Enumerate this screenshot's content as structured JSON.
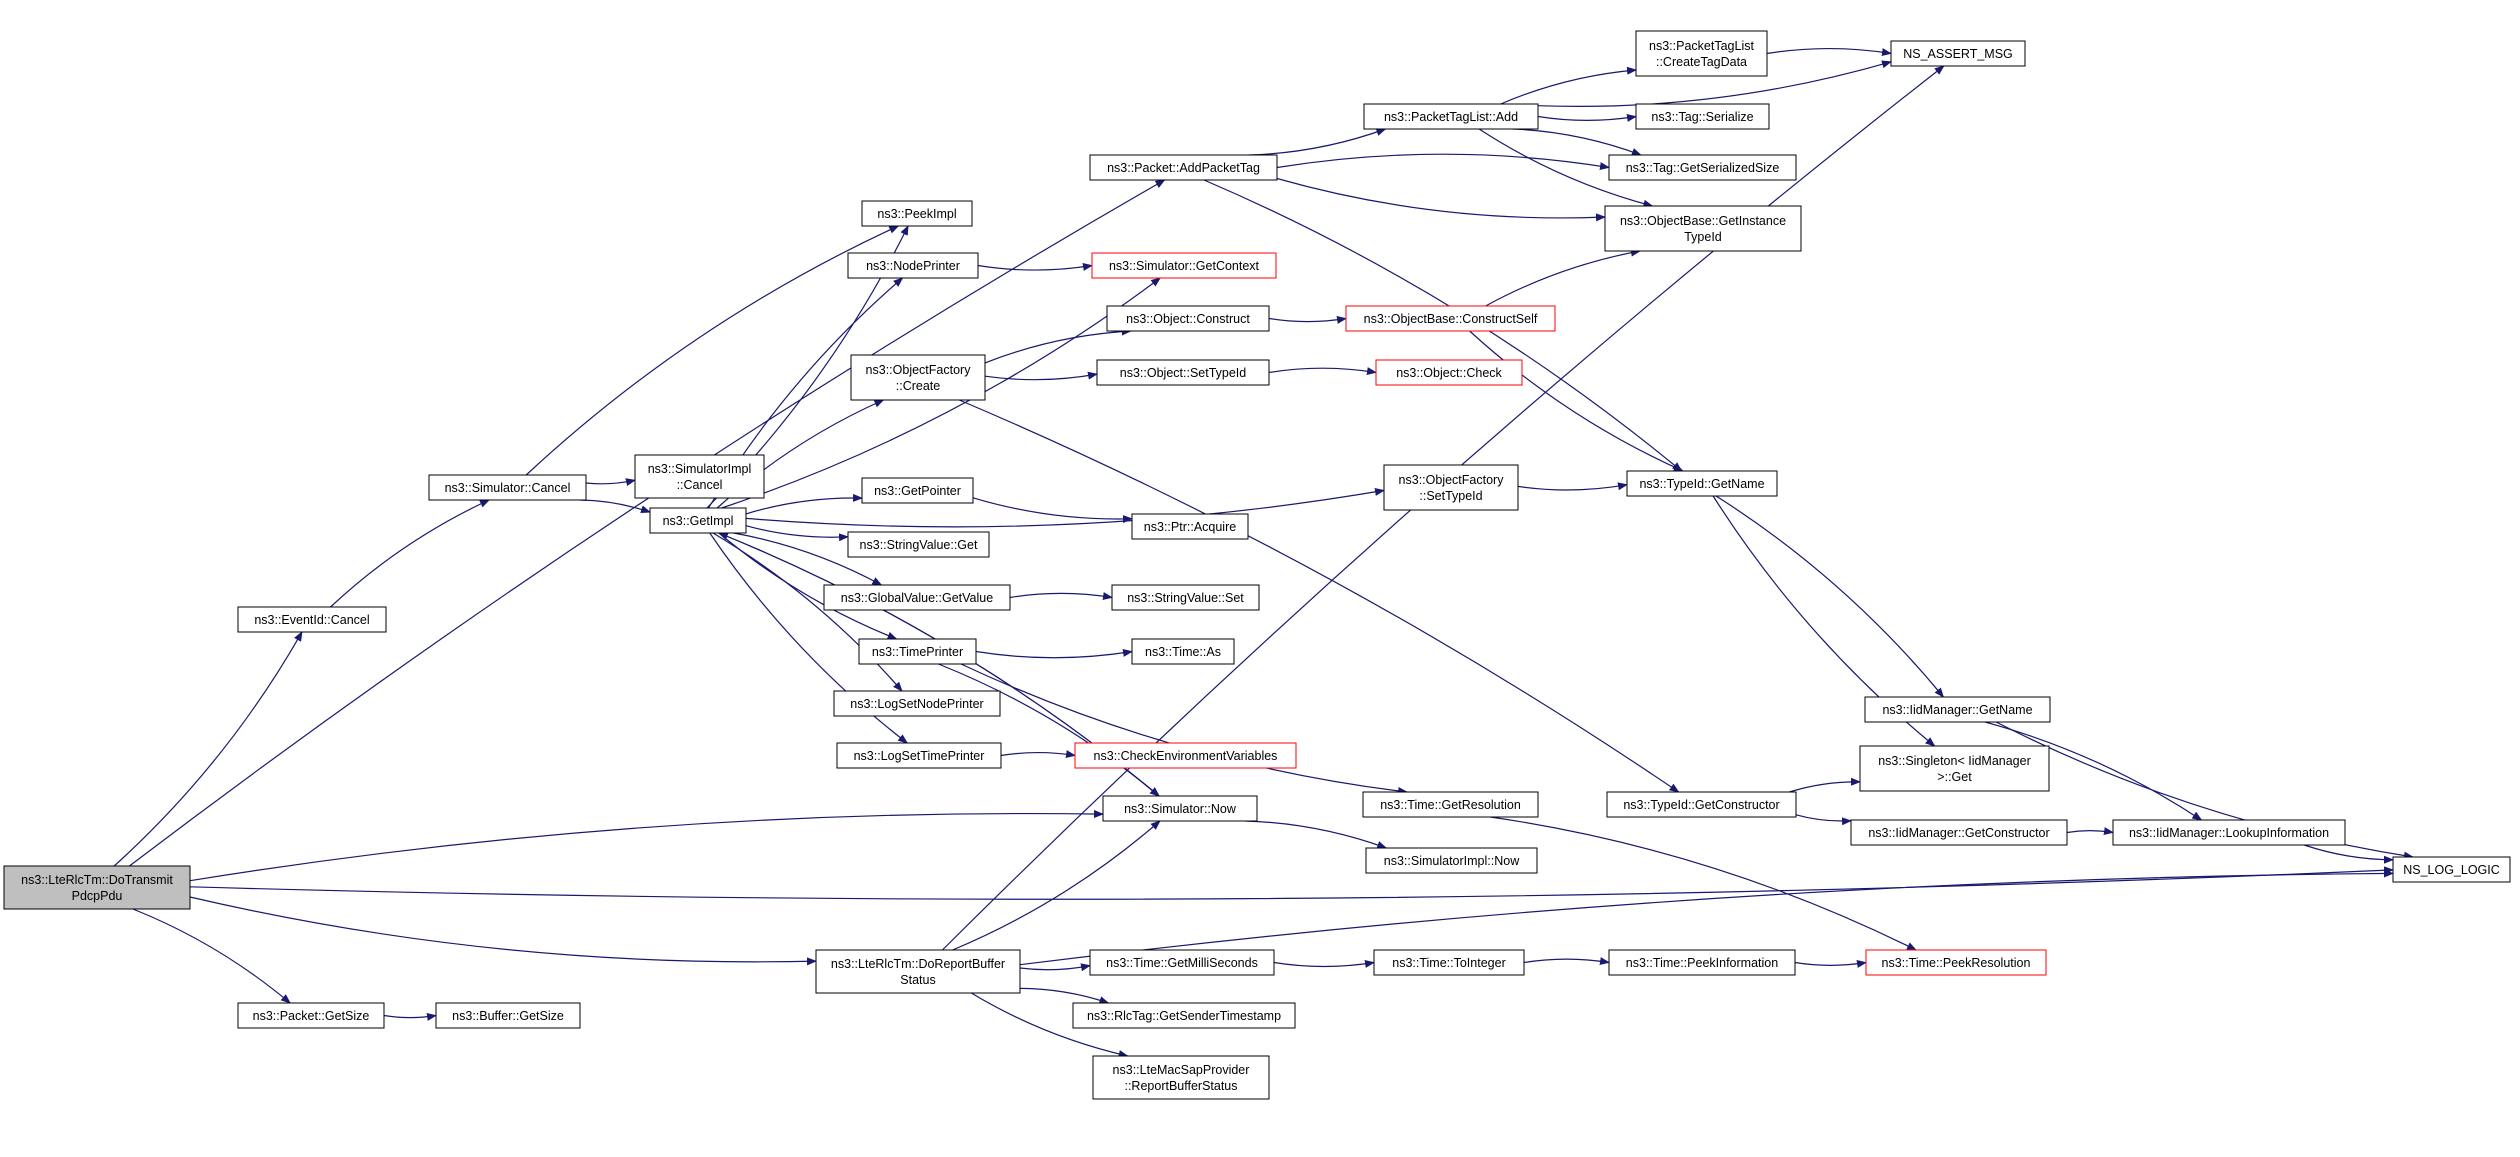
{
  "nodes": [
    {
      "id": "root",
      "lines": [
        "ns3::LteRlcTm::DoTransmit",
        "PdcpPdu"
      ],
      "style": "root"
    },
    {
      "id": "eventid_cancel",
      "lines": [
        "ns3::EventId::Cancel"
      ],
      "style": "normal"
    },
    {
      "id": "packet_getsize",
      "lines": [
        "ns3::Packet::GetSize"
      ],
      "style": "normal"
    },
    {
      "id": "buffer_getsize",
      "lines": [
        "ns3::Buffer::GetSize"
      ],
      "style": "normal"
    },
    {
      "id": "sim_cancel",
      "lines": [
        "ns3::Simulator::Cancel"
      ],
      "style": "normal"
    },
    {
      "id": "simimpl_cancel",
      "lines": [
        "ns3::SimulatorImpl",
        "::Cancel"
      ],
      "style": "normal"
    },
    {
      "id": "getimpl",
      "lines": [
        "ns3::GetImpl"
      ],
      "style": "normal"
    },
    {
      "id": "peekimpl",
      "lines": [
        "ns3::PeekImpl"
      ],
      "style": "normal"
    },
    {
      "id": "nodeprinter",
      "lines": [
        "ns3::NodePrinter"
      ],
      "style": "normal"
    },
    {
      "id": "objfactory_create",
      "lines": [
        "ns3::ObjectFactory",
        "::Create"
      ],
      "style": "normal"
    },
    {
      "id": "getpointer",
      "lines": [
        "ns3::GetPointer"
      ],
      "style": "normal"
    },
    {
      "id": "stringvalue_get",
      "lines": [
        "ns3::StringValue::Get"
      ],
      "style": "normal"
    },
    {
      "id": "globalvalue_getvalue",
      "lines": [
        "ns3::GlobalValue::GetValue"
      ],
      "style": "normal"
    },
    {
      "id": "timeprinter",
      "lines": [
        "ns3::TimePrinter"
      ],
      "style": "normal"
    },
    {
      "id": "logsetnodeprinter",
      "lines": [
        "ns3::LogSetNodePrinter"
      ],
      "style": "normal"
    },
    {
      "id": "logsettimeprinter",
      "lines": [
        "ns3::LogSetTimePrinter"
      ],
      "style": "normal"
    },
    {
      "id": "lterlctm_doreport",
      "lines": [
        "ns3::LteRlcTm::DoReportBuffer",
        "Status"
      ],
      "style": "normal"
    },
    {
      "id": "packet_addpackettag",
      "lines": [
        "ns3::Packet::AddPacketTag"
      ],
      "style": "normal"
    },
    {
      "id": "sim_getcontext",
      "lines": [
        "ns3::Simulator::GetContext"
      ],
      "style": "red"
    },
    {
      "id": "object_construct",
      "lines": [
        "ns3::Object::Construct"
      ],
      "style": "normal"
    },
    {
      "id": "object_settypeid",
      "lines": [
        "ns3::Object::SetTypeId"
      ],
      "style": "normal"
    },
    {
      "id": "ptr_acquire",
      "lines": [
        "ns3::Ptr::Acquire"
      ],
      "style": "normal"
    },
    {
      "id": "stringvalue_set",
      "lines": [
        "ns3::StringValue::Set"
      ],
      "style": "normal"
    },
    {
      "id": "time_as",
      "lines": [
        "ns3::Time::As"
      ],
      "style": "normal"
    },
    {
      "id": "checkenv",
      "lines": [
        "ns3::CheckEnvironmentVariables"
      ],
      "style": "red"
    },
    {
      "id": "sim_now",
      "lines": [
        "ns3::Simulator::Now"
      ],
      "style": "normal"
    },
    {
      "id": "time_getms",
      "lines": [
        "ns3::Time::GetMilliSeconds"
      ],
      "style": "normal"
    },
    {
      "id": "rlctag_getsender",
      "lines": [
        "ns3::RlcTag::GetSenderTimestamp"
      ],
      "style": "normal"
    },
    {
      "id": "ltemac_report",
      "lines": [
        "ns3::LteMacSapProvider",
        "::ReportBufferStatus"
      ],
      "style": "normal"
    },
    {
      "id": "packettaglist_add",
      "lines": [
        "ns3::PacketTagList::Add"
      ],
      "style": "normal"
    },
    {
      "id": "objectbase_constructself",
      "lines": [
        "ns3::ObjectBase::ConstructSelf"
      ],
      "style": "red"
    },
    {
      "id": "object_check",
      "lines": [
        "ns3::Object::Check"
      ],
      "style": "red"
    },
    {
      "id": "objfactory_settypeid",
      "lines": [
        "ns3::ObjectFactory",
        "::SetTypeId"
      ],
      "style": "normal"
    },
    {
      "id": "time_getresolution",
      "lines": [
        "ns3::Time::GetResolution"
      ],
      "style": "normal"
    },
    {
      "id": "simimpl_now",
      "lines": [
        "ns3::SimulatorImpl::Now"
      ],
      "style": "normal"
    },
    {
      "id": "time_tointeger",
      "lines": [
        "ns3::Time::ToInteger"
      ],
      "style": "normal"
    },
    {
      "id": "packettaglist_createtagdata",
      "lines": [
        "ns3::PacketTagList",
        "::CreateTagData"
      ],
      "style": "normal"
    },
    {
      "id": "tag_serialize",
      "lines": [
        "ns3::Tag::Serialize"
      ],
      "style": "normal"
    },
    {
      "id": "tag_getserializedsize",
      "lines": [
        "ns3::Tag::GetSerializedSize"
      ],
      "style": "normal"
    },
    {
      "id": "objectbase_getinstancetypeid",
      "lines": [
        "ns3::ObjectBase::GetInstance",
        "TypeId"
      ],
      "style": "normal"
    },
    {
      "id": "typeid_getname",
      "lines": [
        "ns3::TypeId::GetName"
      ],
      "style": "normal"
    },
    {
      "id": "typeid_getconstructor",
      "lines": [
        "ns3::TypeId::GetConstructor"
      ],
      "style": "normal"
    },
    {
      "id": "time_peekinformation",
      "lines": [
        "ns3::Time::PeekInformation"
      ],
      "style": "normal"
    },
    {
      "id": "ns_assert_msg",
      "lines": [
        "NS_ASSERT_MSG"
      ],
      "style": "normal"
    },
    {
      "id": "iidmanager_getname",
      "lines": [
        "ns3::IidManager::GetName"
      ],
      "style": "normal"
    },
    {
      "id": "singleton_get",
      "lines": [
        "ns3::Singleton< IidManager",
        " >::Get"
      ],
      "style": "normal"
    },
    {
      "id": "iidmanager_getconstructor",
      "lines": [
        "ns3::IidManager::GetConstructor"
      ],
      "style": "normal"
    },
    {
      "id": "time_peekresolution",
      "lines": [
        "ns3::Time::PeekResolution"
      ],
      "style": "red"
    },
    {
      "id": "iidmanager_lookupinfo",
      "lines": [
        "ns3::IidManager::LookupInformation"
      ],
      "style": "normal"
    },
    {
      "id": "ns_log_logic",
      "lines": [
        "NS_LOG_LOGIC"
      ],
      "style": "normal"
    }
  ],
  "edges": [
    [
      "root",
      "packet_addpackettag"
    ],
    [
      "root",
      "eventid_cancel"
    ],
    [
      "root",
      "packet_getsize"
    ],
    [
      "root",
      "lterlctm_doreport"
    ],
    [
      "root",
      "sim_now"
    ],
    [
      "root",
      "ns_log_logic"
    ],
    [
      "eventid_cancel",
      "sim_cancel"
    ],
    [
      "packet_getsize",
      "buffer_getsize"
    ],
    [
      "sim_cancel",
      "peekimpl"
    ],
    [
      "sim_cancel",
      "simimpl_cancel"
    ],
    [
      "sim_cancel",
      "getimpl"
    ],
    [
      "getimpl",
      "peekimpl"
    ],
    [
      "getimpl",
      "nodeprinter"
    ],
    [
      "getimpl",
      "sim_getcontext"
    ],
    [
      "getimpl",
      "objfactory_create"
    ],
    [
      "getimpl",
      "objfactory_settypeid"
    ],
    [
      "getimpl",
      "getpointer"
    ],
    [
      "getimpl",
      "stringvalue_get"
    ],
    [
      "getimpl",
      "globalvalue_getvalue"
    ],
    [
      "getimpl",
      "timeprinter"
    ],
    [
      "getimpl",
      "logsetnodeprinter"
    ],
    [
      "getimpl",
      "logsettimeprinter"
    ],
    [
      "getimpl",
      "sim_now"
    ],
    [
      "nodeprinter",
      "sim_getcontext"
    ],
    [
      "objfactory_create",
      "object_construct"
    ],
    [
      "objfactory_create",
      "object_settypeid"
    ],
    [
      "objfactory_create",
      "typeid_getconstructor"
    ],
    [
      "getpointer",
      "ptr_acquire"
    ],
    [
      "globalvalue_getvalue",
      "stringvalue_set"
    ],
    [
      "timeprinter",
      "time_as"
    ],
    [
      "timeprinter",
      "sim_now"
    ],
    [
      "timeprinter",
      "time_getresolution"
    ],
    [
      "logsettimeprinter",
      "checkenv"
    ],
    [
      "sim_now",
      "getimpl"
    ],
    [
      "sim_now",
      "simimpl_now"
    ],
    [
      "lterlctm_doreport",
      "sim_now"
    ],
    [
      "lterlctm_doreport",
      "ns_assert_msg"
    ],
    [
      "lterlctm_doreport",
      "time_getms"
    ],
    [
      "lterlctm_doreport",
      "rlctag_getsender"
    ],
    [
      "lterlctm_doreport",
      "ltemac_report"
    ],
    [
      "lterlctm_doreport",
      "ns_log_logic"
    ],
    [
      "packet_addpackettag",
      "packettaglist_add"
    ],
    [
      "packet_addpackettag",
      "tag_getserializedsize"
    ],
    [
      "packet_addpackettag",
      "objectbase_getinstancetypeid"
    ],
    [
      "packet_addpackettag",
      "typeid_getname"
    ],
    [
      "packettaglist_add",
      "ns_assert_msg"
    ],
    [
      "packettaglist_add",
      "packettaglist_createtagdata"
    ],
    [
      "packettaglist_add",
      "tag_serialize"
    ],
    [
      "packettaglist_add",
      "tag_getserializedsize"
    ],
    [
      "packettaglist_add",
      "objectbase_getinstancetypeid"
    ],
    [
      "packettaglist_createtagdata",
      "ns_assert_msg"
    ],
    [
      "object_construct",
      "objectbase_constructself"
    ],
    [
      "objectbase_constructself",
      "objectbase_getinstancetypeid"
    ],
    [
      "objectbase_constructself",
      "typeid_getname"
    ],
    [
      "object_settypeid",
      "object_check"
    ],
    [
      "objfactory_settypeid",
      "typeid_getname"
    ],
    [
      "typeid_getname",
      "iidmanager_getname"
    ],
    [
      "typeid_getname",
      "singleton_get"
    ],
    [
      "typeid_getconstructor",
      "singleton_get"
    ],
    [
      "typeid_getconstructor",
      "iidmanager_getconstructor"
    ],
    [
      "iidmanager_getname",
      "iidmanager_lookupinfo"
    ],
    [
      "iidmanager_getname",
      "ns_log_logic"
    ],
    [
      "iidmanager_getconstructor",
      "iidmanager_lookupinfo"
    ],
    [
      "iidmanager_lookupinfo",
      "ns_log_logic"
    ],
    [
      "time_getresolution",
      "time_peekresolution"
    ],
    [
      "time_getms",
      "time_tointeger"
    ],
    [
      "time_tointeger",
      "time_peekinformation"
    ],
    [
      "time_peekinformation",
      "time_peekresolution"
    ]
  ],
  "colors": {
    "edge": "#191970",
    "root_fill": "#bfbfbf",
    "red_border": "#ff0000",
    "border": "#000000"
  }
}
